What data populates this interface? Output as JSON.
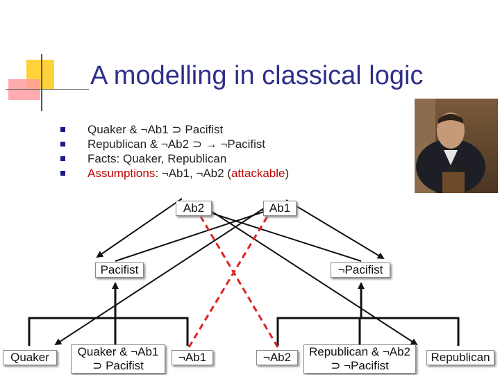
{
  "slide": {
    "title": "A modelling in classical logic",
    "bullets": [
      {
        "parts": [
          "Quaker & ¬Ab1 ⊃ Pacifist"
        ]
      },
      {
        "parts": [
          "Republican & ¬Ab2 ⊃ → ¬Pacifist"
        ]
      },
      {
        "parts": [
          "Facts: Quaker, Republican"
        ]
      },
      {
        "red1": "Assumptions",
        "mid": ": ¬Ab1, ¬Ab2 (",
        "red2": "attackable",
        "end": ")"
      }
    ]
  },
  "graph": {
    "nodes": {
      "ab2": "Ab2",
      "ab1": "Ab1",
      "pacifist": "Pacifist",
      "not_pacifist": "¬Pacifist",
      "quaker": "Quaker",
      "rule1_line1": "Quaker & ¬Ab1",
      "rule1_line2": "⊃ Pacifist",
      "not_ab1": "¬Ab1",
      "not_ab2": "¬Ab2",
      "rule2_line1": "Republican & ¬Ab2",
      "rule2_line2": "⊃ ¬Pacifist",
      "republican": "Republican"
    }
  },
  "colors": {
    "title": "#2e2e8a",
    "accent_red": "#c00000",
    "bullet": "#1a1a8c",
    "arrow": "#111111",
    "attack": "#dd2222"
  },
  "icons": {
    "bullet": "square-bullet-icon",
    "photo": "speaker-photo"
  }
}
